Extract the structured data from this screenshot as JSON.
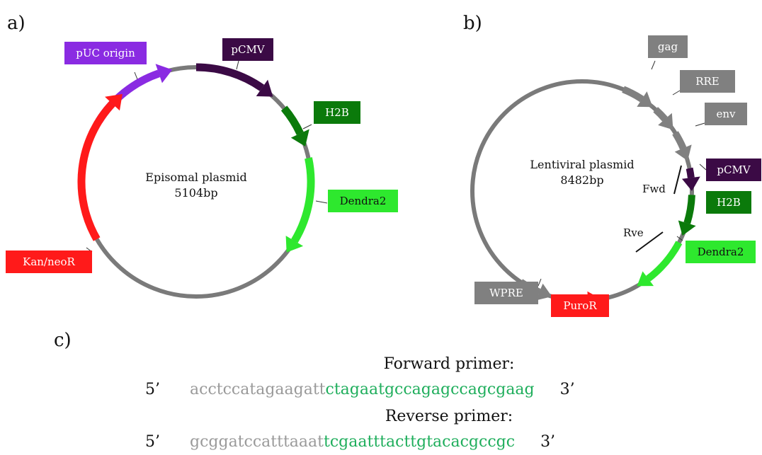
{
  "panels": {
    "a": "a)",
    "b": "b)",
    "c": "c)"
  },
  "plasmid_a": {
    "name": "Episomal plasmid",
    "size": "5104bp",
    "features": [
      {
        "label": "pUC origin",
        "color": "#8a2be2"
      },
      {
        "label": "pCMV",
        "color": "#3b0a45"
      },
      {
        "label": "H2B",
        "color": "#0b7a0b"
      },
      {
        "label": "Dendra2",
        "color": "#2ee82e"
      },
      {
        "label": "Kan/neoR",
        "color": "#ff1a1a"
      }
    ]
  },
  "plasmid_b": {
    "name": "Lentiviral plasmid",
    "size": "8482bp",
    "features": [
      {
        "label": "gag",
        "color": "#808080"
      },
      {
        "label": "RRE",
        "color": "#808080"
      },
      {
        "label": "env",
        "color": "#808080"
      },
      {
        "label": "pCMV",
        "color": "#3b0a45"
      },
      {
        "label": "H2B",
        "color": "#0b7a0b"
      },
      {
        "label": "Dendra2",
        "color": "#2ee82e"
      },
      {
        "label": "PuroR",
        "color": "#ff1a1a"
      },
      {
        "label": "WPRE",
        "color": "#808080"
      }
    ],
    "primer_marks": {
      "fwd": "Fwd",
      "rve": "Rve"
    }
  },
  "primers": {
    "forward": {
      "heading": "Forward primer:",
      "five": "5’",
      "overhang": "acctccatagaagatt",
      "binding": "ctagaatgccagagccagcgaag",
      "three": "3’"
    },
    "reverse": {
      "heading": "Reverse primer:",
      "five": "5’",
      "overhang": "gcggatccatttaaat",
      "binding": "tcgaatttacttgtacacgccgc",
      "three": "3’"
    }
  }
}
